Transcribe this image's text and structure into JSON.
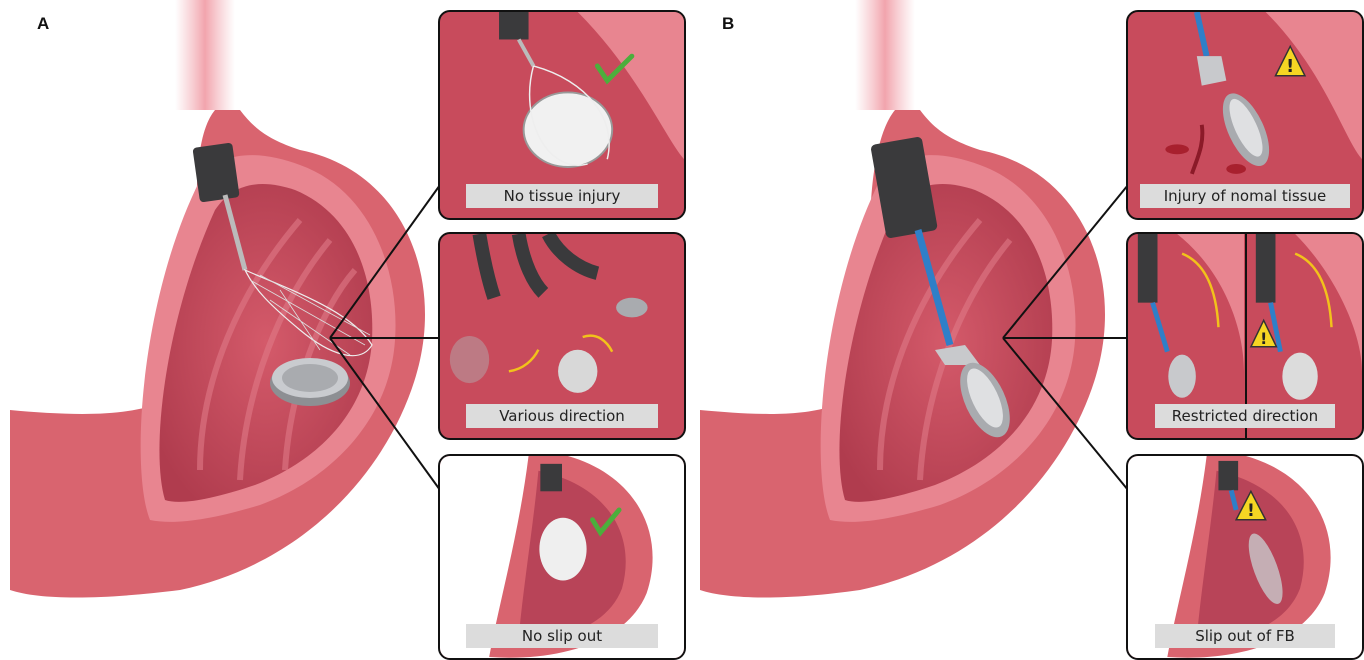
{
  "panels": {
    "a": {
      "letter": "A",
      "captions": [
        "No tissue injury",
        "Various direction",
        "No slip out"
      ]
    },
    "b": {
      "letter": "B",
      "captions": [
        "Injury of nomal tissue",
        "Restricted direction",
        "Slip out of FB"
      ]
    }
  },
  "colors": {
    "stomach_outer": "#d9646f",
    "stomach_inner": "#c24a5a",
    "wall": "#e88590",
    "check": "#4cae3c",
    "warning": "#f5d623",
    "arrow": "#f2c21b",
    "wire": "#2f7fc8"
  }
}
